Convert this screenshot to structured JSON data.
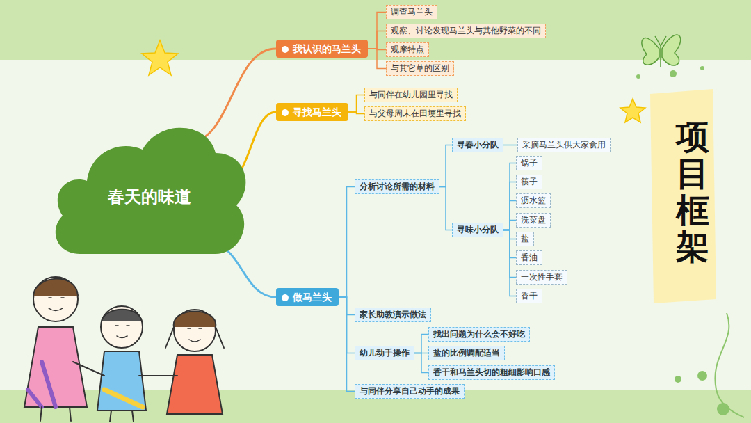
{
  "diagram": {
    "title": "项目框架",
    "nodes": [
      {
        "text": [
          "春天的味道"
        ]
      },
      {
        "text": [
          "我认识的马兰头"
        ]
      },
      {
        "text": [
          "调查马兰头"
        ]
      },
      {
        "text": [
          "观察、讨论发现马兰头与其他野菜的不同"
        ]
      },
      {
        "text": [
          "观摩特点"
        ]
      },
      {
        "text": [
          "与其它草的区别"
        ]
      },
      {
        "text": [
          "寻找马兰头"
        ]
      },
      {
        "text": [
          "与同伴在幼儿园里寻找"
        ]
      },
      {
        "text": [
          "与父母周末在田埂里寻找"
        ]
      },
      {
        "text": [
          "做马兰头"
        ]
      },
      {
        "text": [
          "分析讨论所需的材料"
        ]
      },
      {
        "text": [
          "寻春小分队"
        ]
      },
      {
        "text": [
          "采摘马兰头供大家食用"
        ]
      },
      {
        "text": [
          "寻味小分队"
        ]
      },
      {
        "text": [
          "锅子"
        ]
      },
      {
        "text": [
          "筷子"
        ]
      },
      {
        "text": [
          "沥水篮"
        ]
      },
      {
        "text": [
          "洗菜盘"
        ]
      },
      {
        "text": [
          "盐"
        ]
      },
      {
        "text": [
          "香油"
        ]
      },
      {
        "text": [
          "一次性手套"
        ]
      },
      {
        "text": [
          "香干"
        ]
      },
      {
        "text": [
          "家长助教演示做法"
        ]
      },
      {
        "text": [
          "幼儿动手操作"
        ]
      },
      {
        "text": [
          "找出问题为什么会不好吃"
        ]
      },
      {
        "text": [
          "盐的比例调配适当"
        ]
      },
      {
        "text": [
          "香干和马兰头切的粗细影响口感"
        ]
      },
      {
        "text": [
          "与同伴分享自己动手的成果"
        ]
      }
    ],
    "edges": [
      {
        "from": 0,
        "to": 1,
        "arrow": "none"
      },
      {
        "from": 1,
        "to": 2,
        "arrow": "none"
      },
      {
        "from": 1,
        "to": 3,
        "arrow": "none"
      },
      {
        "from": 1,
        "to": 4,
        "arrow": "none"
      },
      {
        "from": 1,
        "to": 5,
        "arrow": "none"
      },
      {
        "from": 0,
        "to": 6,
        "arrow": "none"
      },
      {
        "from": 6,
        "to": 7,
        "arrow": "none"
      },
      {
        "from": 6,
        "to": 8,
        "arrow": "none"
      },
      {
        "from": 0,
        "to": 9,
        "arrow": "none"
      },
      {
        "from": 9,
        "to": 10,
        "arrow": "none"
      },
      {
        "from": 10,
        "to": 11,
        "arrow": "none"
      },
      {
        "from": 11,
        "to": 12,
        "arrow": "none"
      },
      {
        "from": 10,
        "to": 13,
        "arrow": "none"
      },
      {
        "from": 13,
        "to": 14,
        "arrow": "none"
      },
      {
        "from": 13,
        "to": 15,
        "arrow": "none"
      },
      {
        "from": 13,
        "to": 16,
        "arrow": "none"
      },
      {
        "from": 13,
        "to": 17,
        "arrow": "none"
      },
      {
        "from": 13,
        "to": 18,
        "arrow": "none"
      },
      {
        "from": 13,
        "to": 19,
        "arrow": "none"
      },
      {
        "from": 13,
        "to": 20,
        "arrow": "none"
      },
      {
        "from": 13,
        "to": 21,
        "arrow": "none"
      },
      {
        "from": 9,
        "to": 22,
        "arrow": "none"
      },
      {
        "from": 9,
        "to": 23,
        "arrow": "none"
      },
      {
        "from": 23,
        "to": 24,
        "arrow": "none"
      },
      {
        "from": 23,
        "to": 25,
        "arrow": "none"
      },
      {
        "from": 23,
        "to": 26,
        "arrow": "none"
      },
      {
        "from": 9,
        "to": 27,
        "arrow": "none"
      }
    ]
  }
}
